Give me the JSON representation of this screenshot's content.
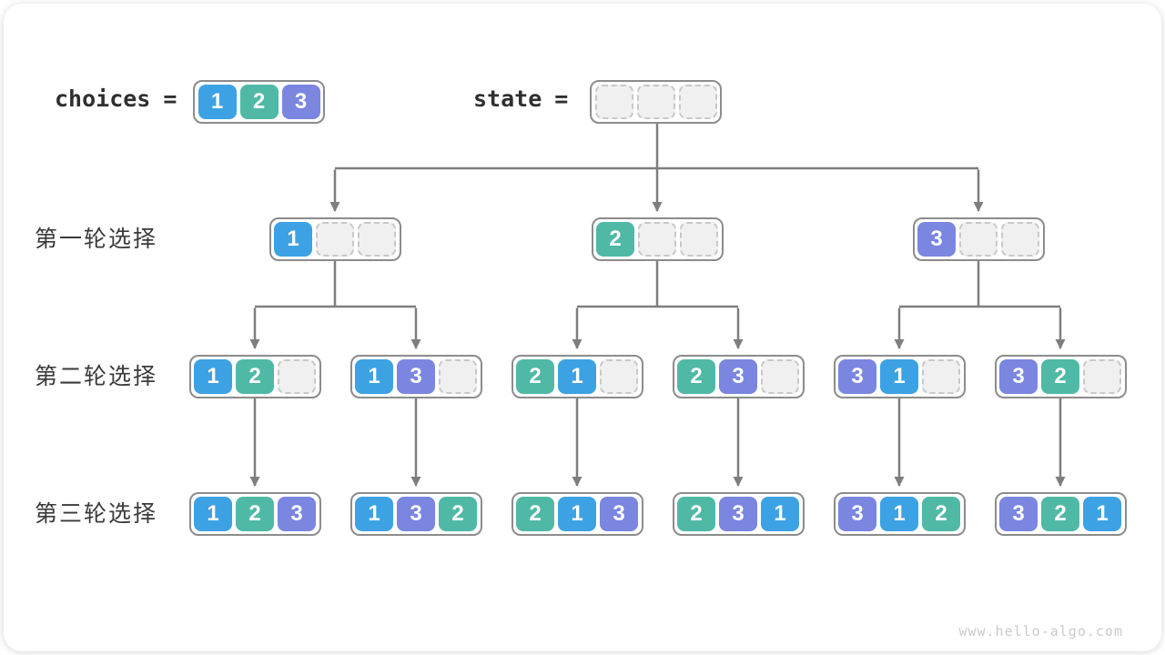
{
  "header": {
    "choices_label": "choices",
    "equals": "=",
    "choices_values": [
      "1",
      "2",
      "3"
    ],
    "state_label": "state",
    "state_empty_count": 3
  },
  "rows": [
    {
      "label": "第一轮选择",
      "nodes": [
        [
          "1",
          "",
          ""
        ],
        [
          "2",
          "",
          ""
        ],
        [
          "3",
          "",
          ""
        ]
      ]
    },
    {
      "label": "第二轮选择",
      "nodes": [
        [
          "1",
          "2",
          ""
        ],
        [
          "1",
          "3",
          ""
        ],
        [
          "2",
          "1",
          ""
        ],
        [
          "2",
          "3",
          ""
        ],
        [
          "3",
          "1",
          ""
        ],
        [
          "3",
          "2",
          ""
        ]
      ]
    },
    {
      "label": "第三轮选择",
      "nodes": [
        [
          "1",
          "2",
          "3"
        ],
        [
          "1",
          "3",
          "2"
        ],
        [
          "2",
          "1",
          "3"
        ],
        [
          "2",
          "3",
          "1"
        ],
        [
          "3",
          "1",
          "2"
        ],
        [
          "3",
          "2",
          "1"
        ]
      ]
    }
  ],
  "colors": {
    "value_1": "#3da2e4",
    "value_2": "#4fb9a6",
    "value_3": "#7a86e0",
    "arrow": "#7e7e7e",
    "box_border": "#8c8c8c",
    "empty_cell_fill": "#f0f0f0",
    "label_text": "#3a3a3a"
  },
  "watermark": "www.hello-algo.com"
}
